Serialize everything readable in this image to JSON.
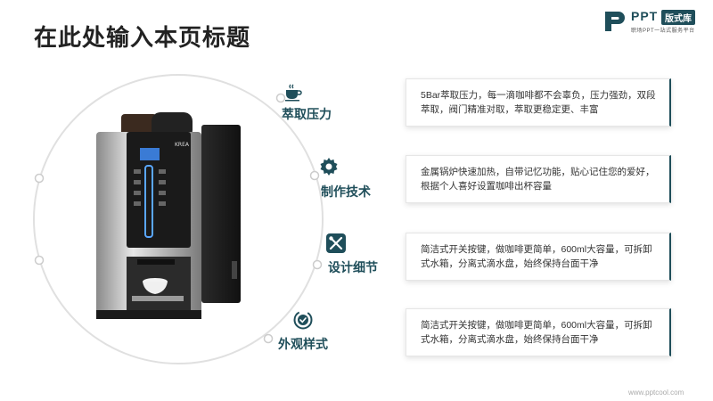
{
  "page": {
    "title": "在此处输入本页标题",
    "watermark": "www.pptcool.com"
  },
  "logo": {
    "brand": "PPT",
    "badge": "版式库",
    "subtitle": "职场PPT一站式服务平台"
  },
  "colors": {
    "accent": "#1f4e5a",
    "ring": "#dcdcdc"
  },
  "features": [
    {
      "icon": "coffee-cup-icon",
      "label": "萃取压力",
      "description": "5Bar萃取压力，每一滴咖啡都不会辜负，压力强劲，双段萃取，阀门精准对取，萃取更稳定更、丰富"
    },
    {
      "icon": "gear-icon",
      "label": "制作技术",
      "description": "金属锅炉快速加热，自带记忆功能，贴心记住您的爱好，根据个人喜好设置咖啡出杯容量"
    },
    {
      "icon": "tools-icon",
      "label": "设计细节",
      "description": "简洁式开关按键，做咖啡更简单，600ml大容量，可拆卸式水箱，分离式滴水盘，始终保持台面干净"
    },
    {
      "icon": "check-badge-icon",
      "label": "外观样式",
      "description": "简洁式开关按键，做咖啡更简单，600ml大容量，可拆卸式水箱，分离式滴水盘，始终保持台面干净"
    }
  ],
  "machine": {
    "brand": "KREA"
  }
}
